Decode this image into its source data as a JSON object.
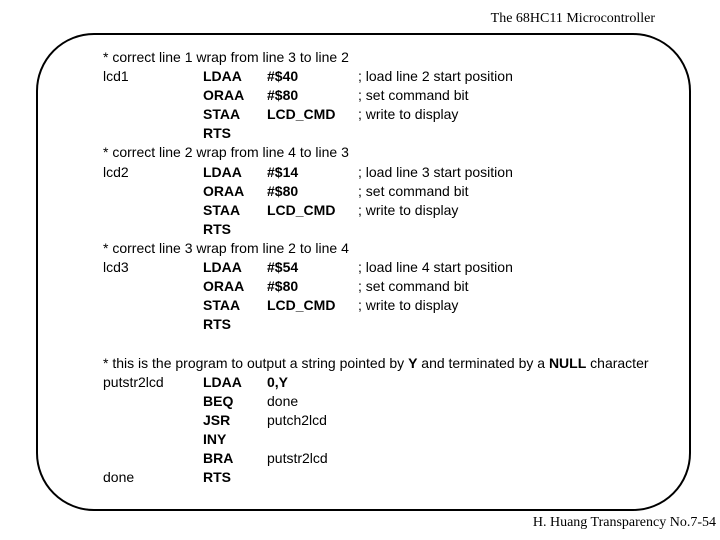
{
  "page": {
    "title": "The 68HC11 Microcontroller",
    "footer": "H. Huang Transparency No.7-54"
  },
  "colors": {
    "background": "#ffffff",
    "text": "#000000",
    "frame_border": "#000000"
  },
  "code": {
    "lines": [
      {
        "type": "comment",
        "segments": [
          {
            "text": "* correct line 1 wrap from line 3 to line 2",
            "bold": false
          }
        ]
      },
      {
        "type": "code",
        "label": "lcd1",
        "mnemonic": "LDAA",
        "operand": "#$40",
        "operand_bold": true,
        "comment": "; load line 2 start position"
      },
      {
        "type": "code",
        "label": "",
        "mnemonic": "ORAA",
        "operand": "#$80",
        "operand_bold": true,
        "comment": "; set command bit"
      },
      {
        "type": "code",
        "label": "",
        "mnemonic": "STAA",
        "operand": "LCD_CMD",
        "operand_bold": true,
        "comment": "; write to display"
      },
      {
        "type": "code",
        "label": "",
        "mnemonic": "RTS",
        "operand": "",
        "operand_bold": false,
        "comment": ""
      },
      {
        "type": "comment",
        "segments": [
          {
            "text": "* correct line 2 wrap from line 4 to line 3",
            "bold": false
          }
        ]
      },
      {
        "type": "code",
        "label": "lcd2",
        "mnemonic": "LDAA",
        "operand": "#$14",
        "operand_bold": true,
        "comment": "; load line 3 start position"
      },
      {
        "type": "code",
        "label": "",
        "mnemonic": "ORAA",
        "operand": "#$80",
        "operand_bold": true,
        "comment": "; set command bit"
      },
      {
        "type": "code",
        "label": "",
        "mnemonic": "STAA",
        "operand": "LCD_CMD",
        "operand_bold": true,
        "comment": "; write to display"
      },
      {
        "type": "code",
        "label": "",
        "mnemonic": "RTS",
        "operand": "",
        "operand_bold": false,
        "comment": ""
      },
      {
        "type": "comment",
        "segments": [
          {
            "text": "* correct line 3 wrap from line 2 to line 4",
            "bold": false
          }
        ]
      },
      {
        "type": "code",
        "label": "lcd3",
        "mnemonic": "LDAA",
        "operand": "#$54",
        "operand_bold": true,
        "comment": "; load line 4 start position"
      },
      {
        "type": "code",
        "label": "",
        "mnemonic": "ORAA",
        "operand": "#$80",
        "operand_bold": true,
        "comment": "; set command bit"
      },
      {
        "type": "code",
        "label": "",
        "mnemonic": "STAA",
        "operand": "LCD_CMD",
        "operand_bold": true,
        "comment": "; write to display"
      },
      {
        "type": "code",
        "label": "",
        "mnemonic": "RTS",
        "operand": "",
        "operand_bold": false,
        "comment": ""
      },
      {
        "type": "blank"
      },
      {
        "type": "comment",
        "segments": [
          {
            "text": "* this is the program to output a string pointed by ",
            "bold": false
          },
          {
            "text": "Y",
            "bold": true
          },
          {
            "text": " and terminated by a ",
            "bold": false
          },
          {
            "text": "NULL",
            "bold": true
          },
          {
            "text": " character",
            "bold": false
          }
        ]
      },
      {
        "type": "code",
        "label": "putstr2lcd",
        "mnemonic": "LDAA",
        "operand": "0,Y",
        "operand_bold": true,
        "comment": ""
      },
      {
        "type": "code",
        "label": "",
        "mnemonic": "BEQ",
        "operand": "done",
        "operand_bold": false,
        "comment": ""
      },
      {
        "type": "code",
        "label": "",
        "mnemonic": "JSR",
        "operand": "putch2lcd",
        "operand_bold": false,
        "comment": ""
      },
      {
        "type": "code",
        "label": "",
        "mnemonic": "INY",
        "operand": "",
        "operand_bold": false,
        "comment": ""
      },
      {
        "type": "code",
        "label": "",
        "mnemonic": "BRA",
        "operand": "putstr2lcd",
        "operand_bold": false,
        "comment": ""
      },
      {
        "type": "code",
        "label": "done",
        "mnemonic": "RTS",
        "operand": "",
        "operand_bold": false,
        "comment": ""
      }
    ]
  }
}
